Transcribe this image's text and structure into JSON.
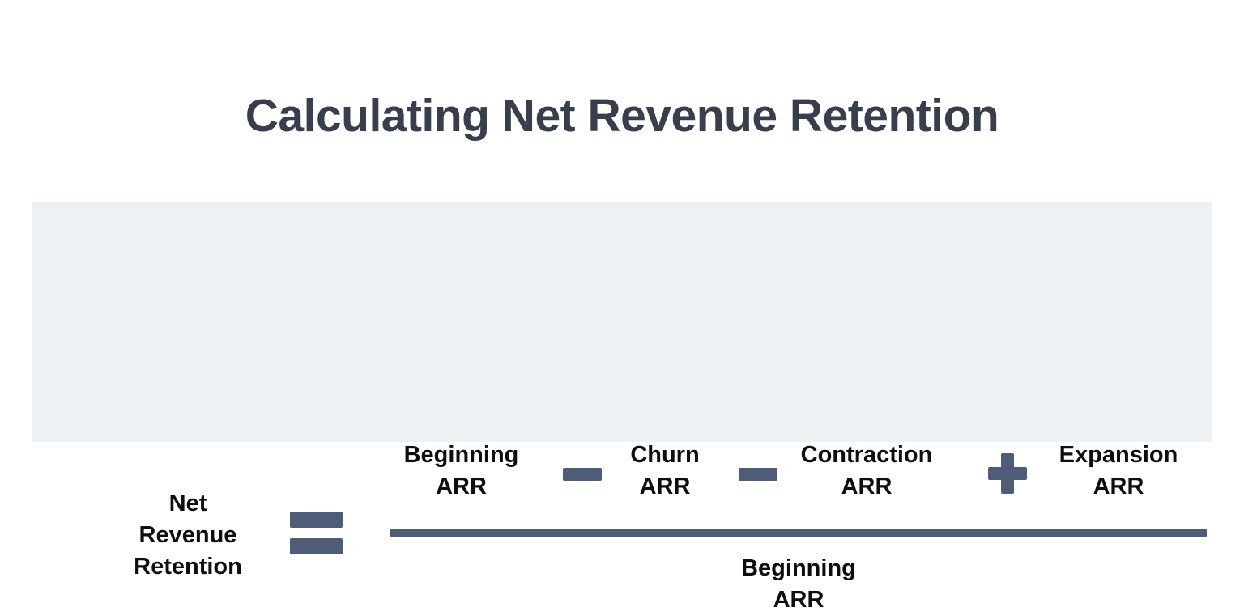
{
  "title": "Calculating Net Revenue Retention",
  "formula": {
    "result_label": {
      "line1": "Net",
      "line2": "Revenue",
      "line3": "Retention"
    },
    "equals_operator": "=",
    "numerator": {
      "terms": [
        {
          "line1": "Beginning",
          "line2": "ARR"
        },
        {
          "line1": "Churn",
          "line2": "ARR"
        },
        {
          "line1": "Contraction",
          "line2": "ARR"
        },
        {
          "line1": "Expansion",
          "line2": "ARR"
        }
      ],
      "operators": [
        "−",
        "−",
        "+"
      ]
    },
    "denominator": {
      "line1": "Beginning",
      "line2": "ARR"
    }
  },
  "colors": {
    "page_background": "#ffffff",
    "panel_background": "#edf1f4",
    "title_text": "#383e4b",
    "formula_text": "#0d0d12",
    "operator_blue": "#4e5c78"
  }
}
